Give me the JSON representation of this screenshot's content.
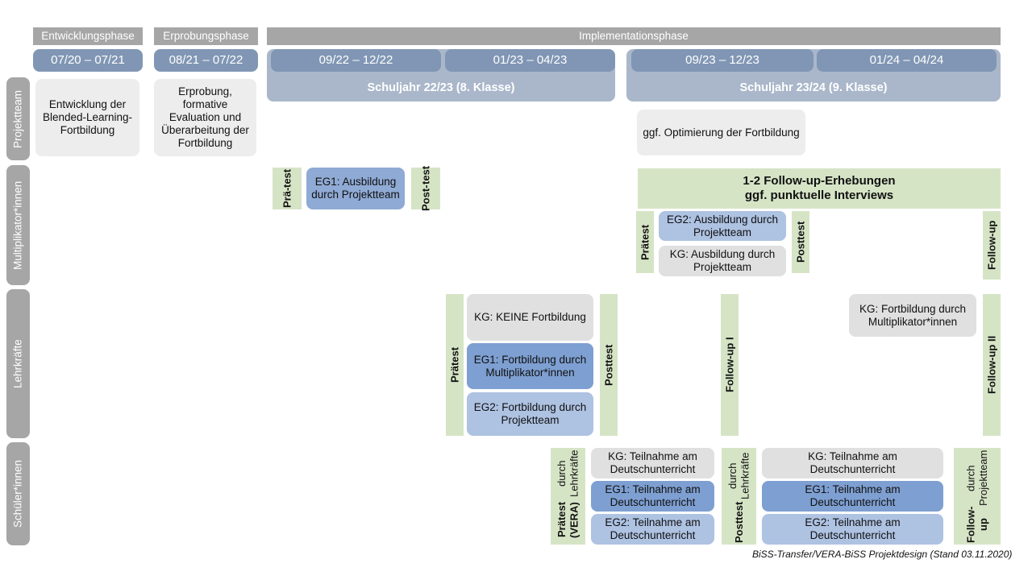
{
  "document": {
    "title": "BiSS-Transfer/VERA-BiSS Projektdesign",
    "footer": "BiSS-Transfer/VERA-BiSS Projektdesign (Stand 03.11.2020)"
  },
  "colors": {
    "phase_bar": "#a6a6a6",
    "period_bar": "#8096b4",
    "school_year": "#aab7ca",
    "row_label": "#a6a6a6",
    "control_group_grey": "#e0e0e0",
    "eg1_blue": "#8faad4",
    "eg1_blue_dark": "#7e9fd1",
    "eg2_blue_light": "#aec2e2",
    "assessment_green": "#d6e4c6",
    "project_team_box": "#ededed",
    "background": "#ffffff"
  },
  "phases": [
    {
      "label": "Entwicklungsphase"
    },
    {
      "label": "Erprobungsphase"
    },
    {
      "label": "Implementationsphase"
    }
  ],
  "periods": [
    {
      "label": "07/20 – 07/21"
    },
    {
      "label": "08/21 – 07/22"
    },
    {
      "label": "09/22 – 12/22"
    },
    {
      "label": "01/23 – 04/23"
    },
    {
      "label": "09/23 – 12/23"
    },
    {
      "label": "01/24 – 04/24"
    }
  ],
  "school_years": [
    {
      "label": "Schuljahr 22/23 (8. Klasse)"
    },
    {
      "label": "Schuljahr 23/24 (9. Klasse)"
    }
  ],
  "row_labels": [
    {
      "label": "Projektteam"
    },
    {
      "label": "Multiplikator*innen"
    },
    {
      "label": "Lehrkräfte"
    },
    {
      "label": "Schüler*innen"
    }
  ],
  "rows": {
    "projektteam": {
      "boxes": [
        {
          "label": "Entwicklung der Blended-Learning-Fortbildung"
        },
        {
          "label": "Erprobung, formative Evaluation und Überarbeitung der Fortbildung"
        },
        {
          "label": "ggf. Optimierung der Fortbildung"
        }
      ]
    },
    "multiplikatorinnen": {
      "assessments": [
        {
          "line1": "Prä-",
          "line2": "test"
        },
        {
          "line1": "Post-",
          "line2": "test"
        },
        {
          "line1": "Prätest",
          "line2": ""
        },
        {
          "line1": "Posttest",
          "line2": ""
        },
        {
          "line1": "Follow-up",
          "line2": ""
        }
      ],
      "band": {
        "line1": "1-2 Follow-up-Erhebungen",
        "line2": "ggf. punktuelle Interviews"
      },
      "boxes": [
        {
          "label": "EG1: Ausbildung durch Projektteam",
          "group": "EG1"
        },
        {
          "label": "EG2: Ausbildung durch Projektteam",
          "group": "EG2"
        },
        {
          "label": "KG: Ausbildung durch Projektteam",
          "group": "KG"
        }
      ]
    },
    "lehrkraefte": {
      "assessments": [
        {
          "label": "Prätest"
        },
        {
          "label": "Posttest"
        },
        {
          "label": "Follow-up I"
        },
        {
          "label": "Follow-up II"
        }
      ],
      "boxes": [
        {
          "label": "KG:  KEINE Fortbildung",
          "group": "KG"
        },
        {
          "label": "EG1: Fortbildung durch Multiplikator*innen",
          "group": "EG1"
        },
        {
          "label": "EG2: Fortbildung durch Projektteam",
          "group": "EG2"
        },
        {
          "label": "KG: Fortbildung durch Multiplikator*innen",
          "group": "KG"
        }
      ]
    },
    "schuelerinnen": {
      "assessments": [
        {
          "line1": "Prätest (VERA)",
          "line2": "durch Lehrkräfte"
        },
        {
          "line1": "Posttest",
          "line2": "durch Lehrkräfte"
        },
        {
          "line1": "Follow-up",
          "line2": "durch Projektteam"
        }
      ],
      "boxes_left": [
        {
          "label": "KG: Teilnahme am Deutschunterricht",
          "group": "KG"
        },
        {
          "label": "EG1: Teilnahme am Deutschunterricht",
          "group": "EG1"
        },
        {
          "label": "EG2: Teilnahme am Deutschunterricht",
          "group": "EG2"
        }
      ],
      "boxes_right": [
        {
          "label": "KG: Teilnahme am Deutschunterricht",
          "group": "KG"
        },
        {
          "label": "EG1: Teilnahme am Deutschunterricht",
          "group": "EG1"
        },
        {
          "label": "EG2: Teilnahme am Deutschunterricht",
          "group": "EG2"
        }
      ]
    }
  }
}
